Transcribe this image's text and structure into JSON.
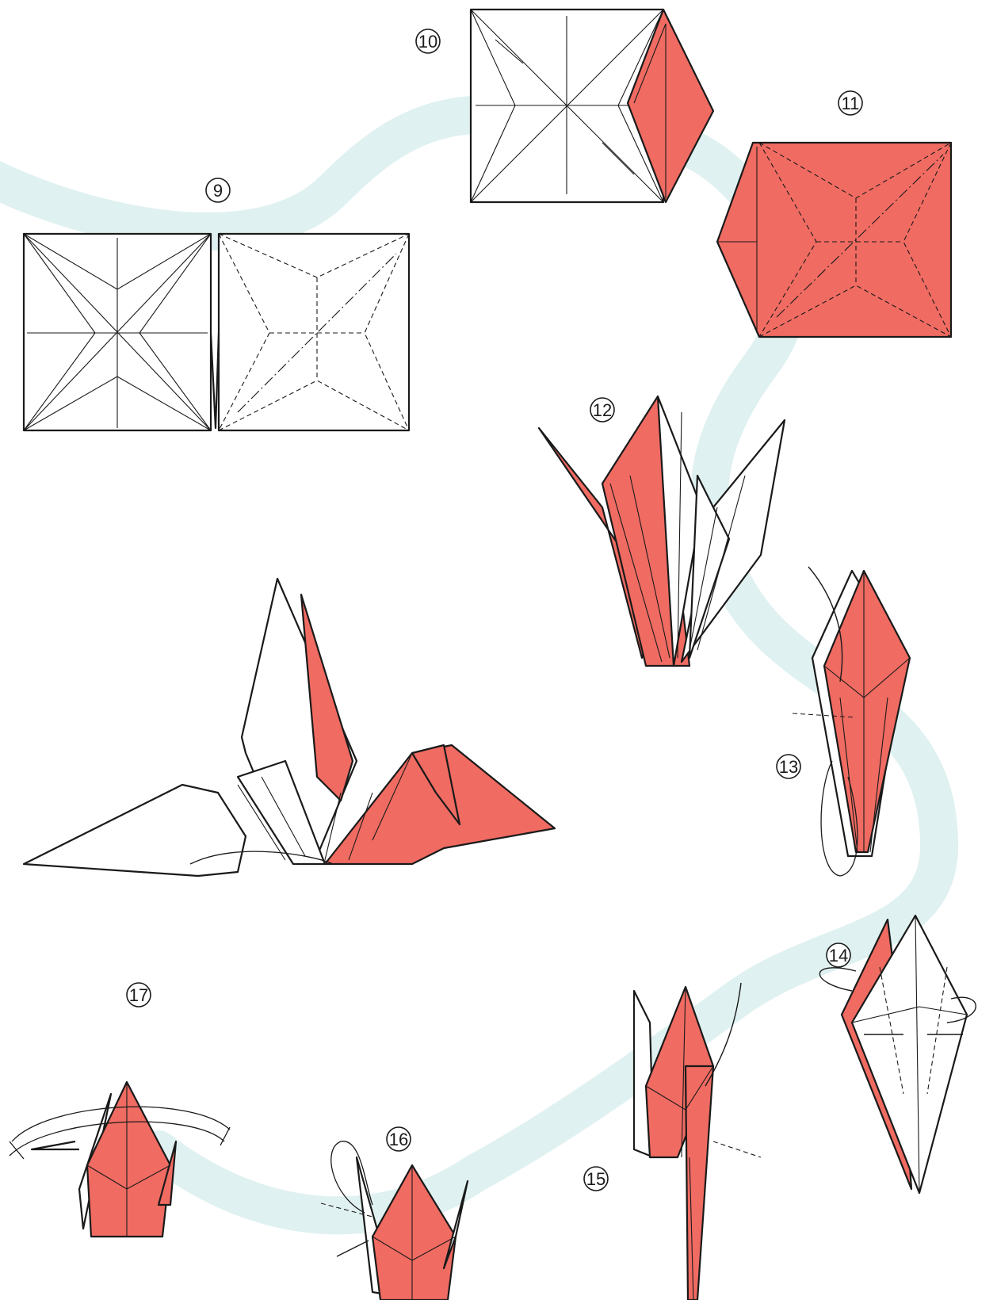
{
  "diagram": {
    "palette": {
      "paper_front": "#f06b62",
      "paper_back": "#ffffff",
      "guide_path": "#dff1f0",
      "line": "#1a1a1a"
    },
    "steps": [
      {
        "id": "step-9",
        "label": "9"
      },
      {
        "id": "step-10",
        "label": "10"
      },
      {
        "id": "step-11",
        "label": "11"
      },
      {
        "id": "step-12",
        "label": "12"
      },
      {
        "id": "step-13",
        "label": "13"
      },
      {
        "id": "step-14",
        "label": "14"
      },
      {
        "id": "step-15",
        "label": "15"
      },
      {
        "id": "step-16",
        "label": "16"
      },
      {
        "id": "step-17",
        "label": "17"
      }
    ]
  }
}
